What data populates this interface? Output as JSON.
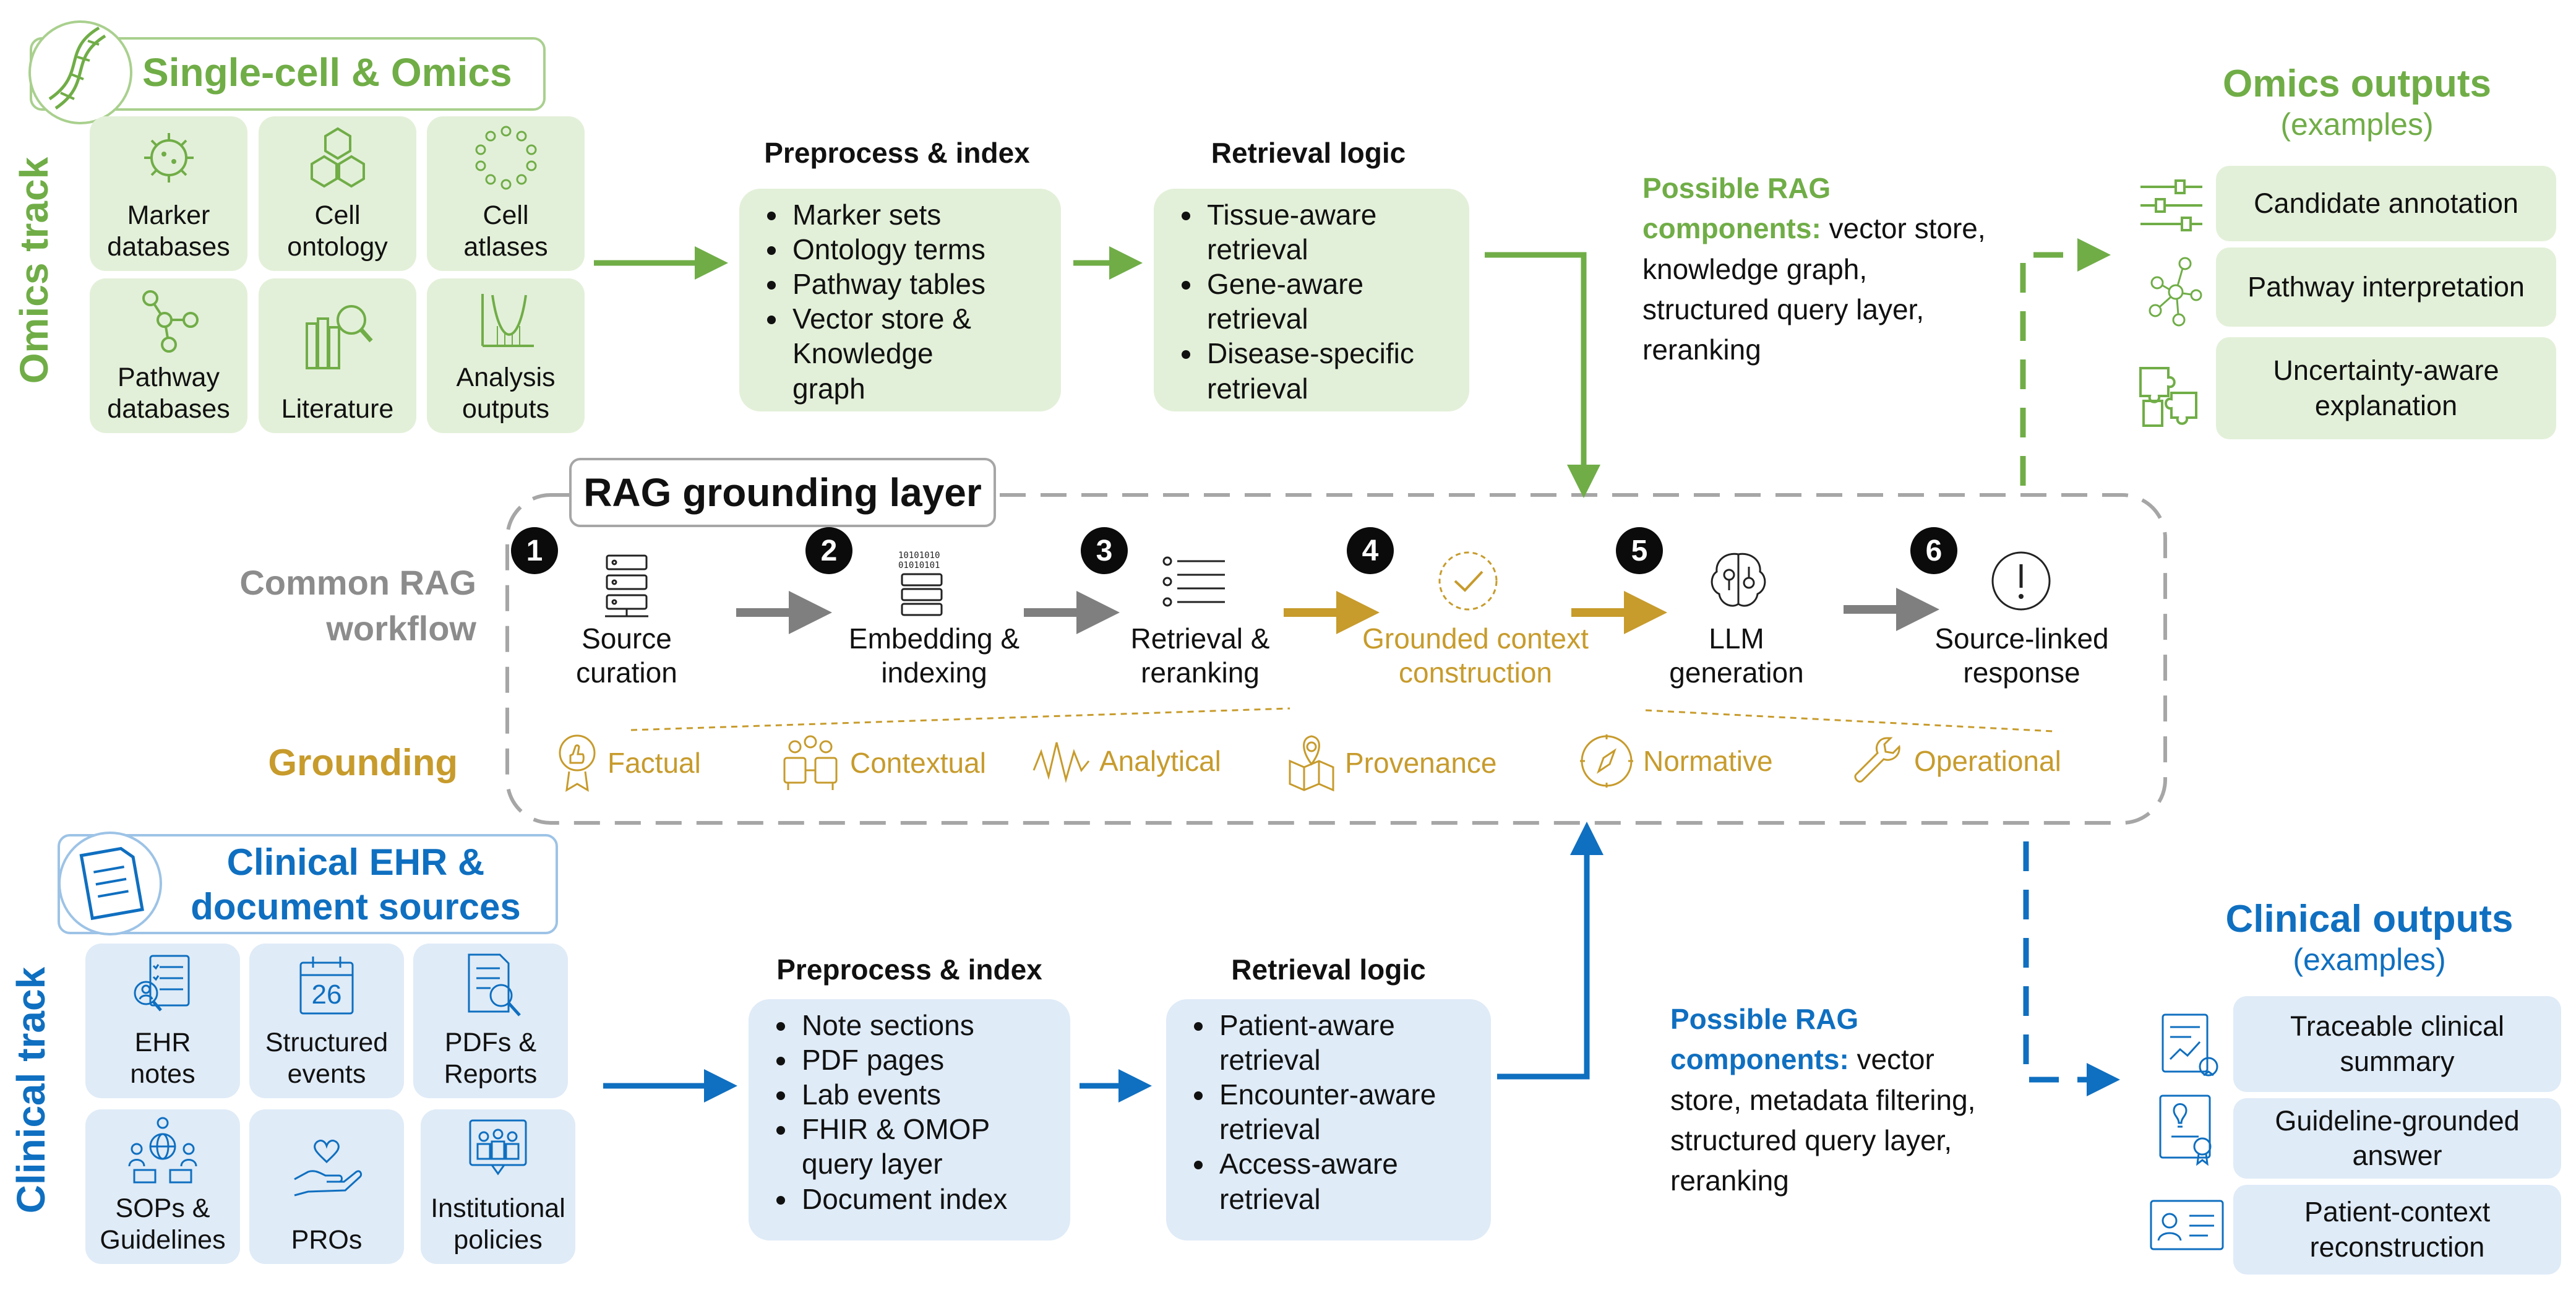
{
  "omics": {
    "track_label": "Omics track",
    "header": "Single-cell & Omics",
    "tiles": [
      {
        "label": "Marker databases",
        "icon": "virus-icon"
      },
      {
        "label": "Cell ontology",
        "icon": "hexagon-cluster-icon"
      },
      {
        "label": "Cell atlases",
        "icon": "dot-ring-icon"
      },
      {
        "label": "Pathway databases",
        "icon": "network-icon"
      },
      {
        "label": "Literature",
        "icon": "books-magnifier-icon"
      },
      {
        "label": "Analysis outputs",
        "icon": "curve-chart-icon"
      }
    ],
    "preprocess": {
      "title": "Preprocess & index",
      "items": [
        "Marker sets",
        "Ontology terms",
        "Pathway tables",
        "Vector store & Knowledge graph"
      ]
    },
    "retrieval": {
      "title": "Retrieval logic",
      "items": [
        "Tissue-aware retrieval",
        "Gene-aware retrieval",
        "Disease-specific retrieval"
      ]
    },
    "components": {
      "lead": "Possible RAG components:",
      "lead_line1": "Possible RAG",
      "lead_line2": "components:",
      "rest_line2": " vector store,",
      "line3": "knowledge graph,",
      "line4": "structured query layer,",
      "line5": "reranking"
    },
    "outputs": {
      "title": "Omics outputs",
      "subtitle": "(examples)",
      "items": [
        "Candidate annotation",
        "Pathway interpretation",
        "Uncertainty-aware explanation"
      ]
    }
  },
  "rag": {
    "title": "RAG grounding layer",
    "workflow_label_1": "Common RAG",
    "workflow_label_2": "workflow",
    "grounding_label": "Grounding",
    "steps": [
      {
        "num": "1",
        "line1": "Source",
        "line2": "curation"
      },
      {
        "num": "2",
        "line1": "Embedding &",
        "line2": "indexing"
      },
      {
        "num": "3",
        "line1": "Retrieval &",
        "line2": "reranking"
      },
      {
        "num": "4",
        "line1": "Grounded context",
        "line2": "construction"
      },
      {
        "num": "5",
        "line1": "LLM",
        "line2": "generation"
      },
      {
        "num": "6",
        "line1": "Source-linked",
        "line2": "response"
      }
    ],
    "grounding_types": [
      "Factual",
      "Contextual",
      "Analytical",
      "Provenance",
      "Normative",
      "Operational"
    ]
  },
  "clinical": {
    "track_label": "Clinical track",
    "header_line1": "Clinical EHR &",
    "header_line2": "document sources",
    "tiles": [
      {
        "label": "EHR notes",
        "icon": "ehr-checklist-icon"
      },
      {
        "label": "Structured events",
        "icon": "calendar-icon",
        "date": "26"
      },
      {
        "label": "PDFs & Reports",
        "icon": "document-search-icon"
      },
      {
        "label": "SOPs & Guidelines",
        "icon": "team-globe-icon"
      },
      {
        "label": "PROs",
        "icon": "heart-hand-icon"
      },
      {
        "label": "Institutional policies",
        "icon": "board-meeting-icon"
      }
    ],
    "preprocess": {
      "title": "Preprocess & index",
      "items": [
        "Note sections",
        "PDF pages",
        "Lab events",
        "FHIR & OMOP query layer",
        "Document index"
      ]
    },
    "retrieval": {
      "title": "Retrieval logic",
      "items": [
        "Patient-aware retrieval",
        "Encounter-aware retrieval",
        "Access-aware retrieval"
      ]
    },
    "components": {
      "line1": "Possible RAG",
      "line2_lead": "components:",
      "line2_rest": " vector",
      "line3": "store, metadata filtering,",
      "line4": "structured query layer,",
      "line5": "reranking"
    },
    "outputs": {
      "title": "Clinical outputs",
      "subtitle": "(examples)",
      "items": [
        "Traceable clinical summary",
        "Guideline-grounded answer",
        "Patient-context reconstruction"
      ]
    }
  },
  "colors": {
    "green": "#70ad47",
    "blue": "#0f6fc0",
    "gold": "#c79b2c",
    "gray": "#7f7f7f",
    "dark": "#0b0b0b"
  }
}
